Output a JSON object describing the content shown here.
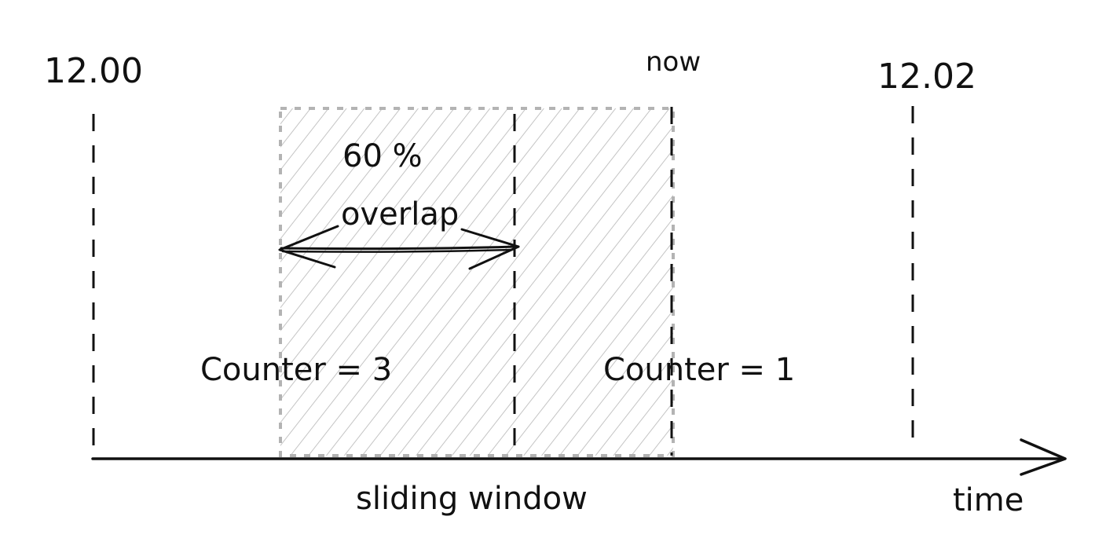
{
  "timeline": {
    "start_label": "12.00",
    "now_label": "now",
    "end_label": "12.02",
    "axis_label": "time"
  },
  "window": {
    "overlap_percent": "60 %",
    "overlap_label": "overlap",
    "name": "sliding window"
  },
  "counters": {
    "previous": "Counter = 3",
    "current": "Counter = 1"
  },
  "colors": {
    "ink": "#111111",
    "hatch": "#bdbdbd",
    "window_border": "#b3b3b3"
  }
}
